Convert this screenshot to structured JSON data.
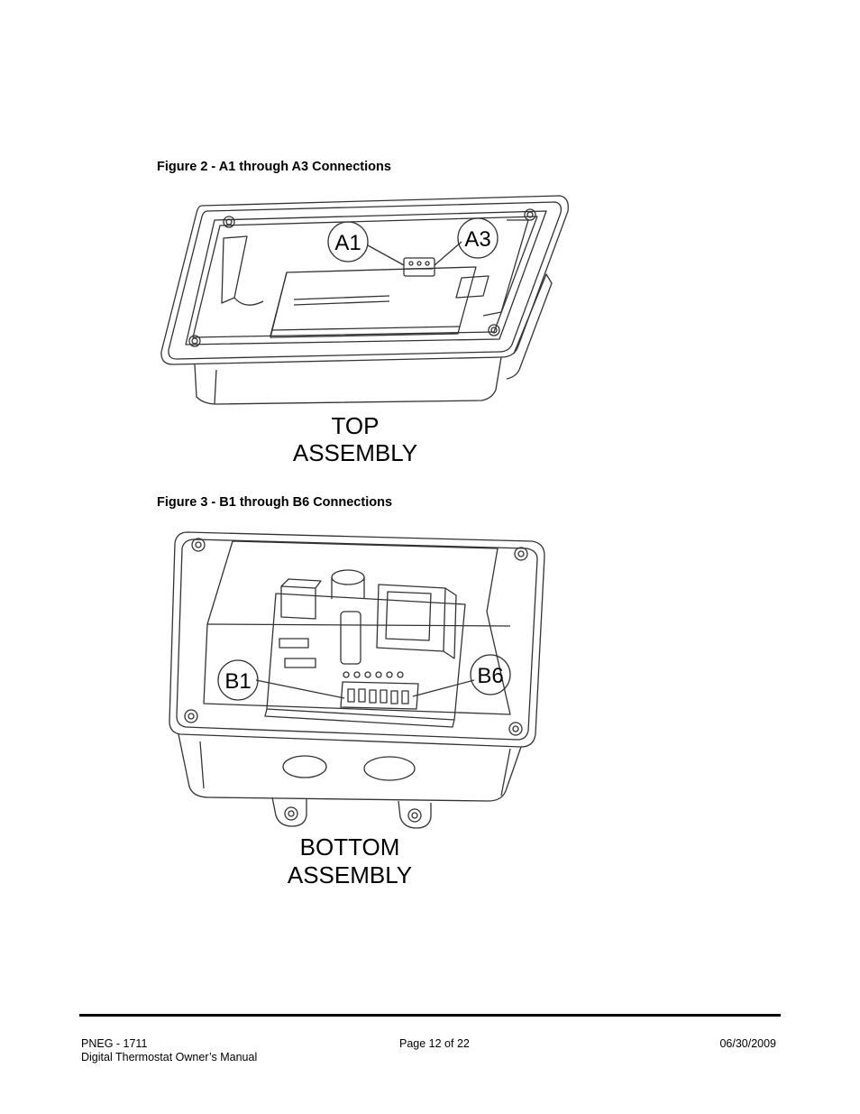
{
  "figure2": {
    "caption": "Figure 2 - A1 through A3 Connections",
    "callouts": [
      "A1",
      "A3"
    ],
    "title_lines": [
      "TOP",
      "ASSEMBLY"
    ]
  },
  "figure3": {
    "caption": "Figure 3 - B1 through B6 Connections",
    "callouts": [
      "B1",
      "B6"
    ],
    "title_lines": [
      "BOTTOM",
      "ASSEMBLY"
    ]
  },
  "footer": {
    "doc_number": "PNEG - 1711",
    "doc_title": "Digital Thermostat Owner’s Manual",
    "page": "Page 12 of 22",
    "date": "06/30/2009"
  }
}
